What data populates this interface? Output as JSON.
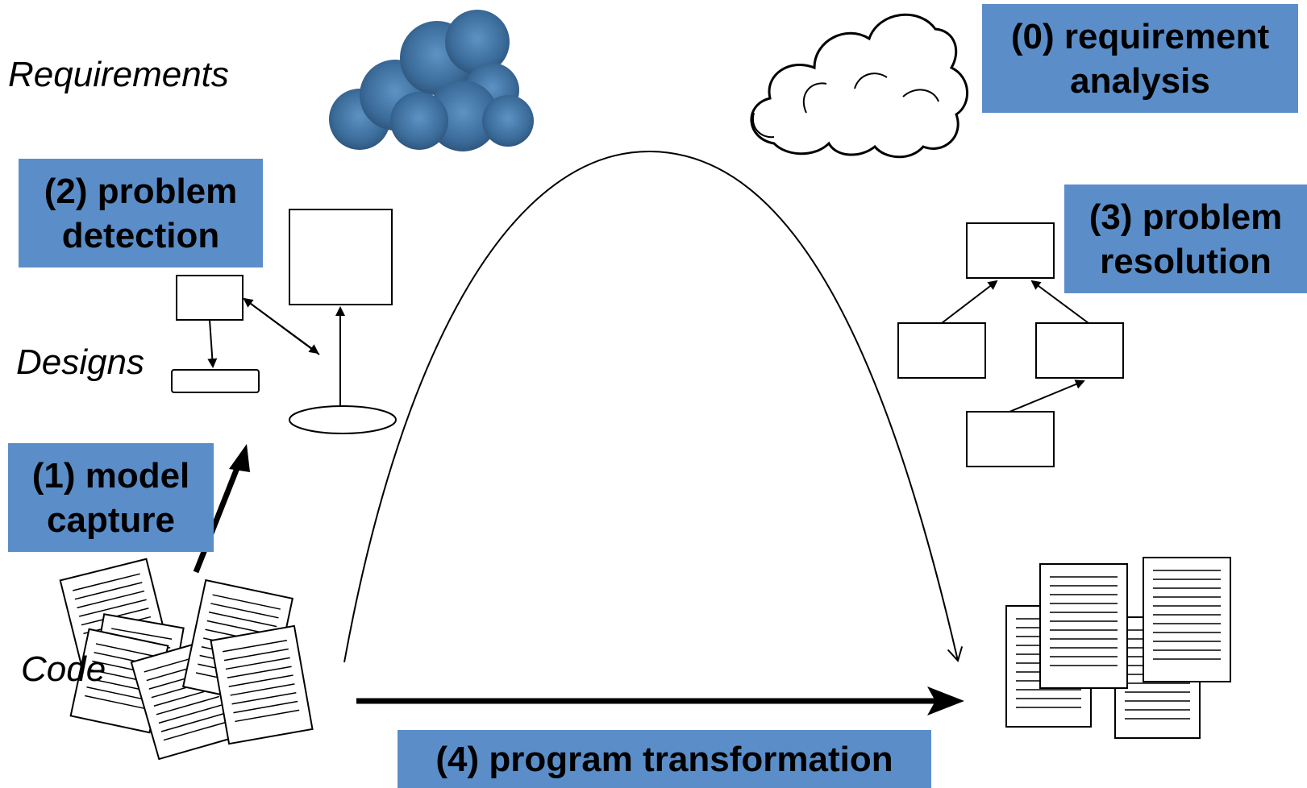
{
  "levels": {
    "requirements": "Requirements",
    "designs": "Designs",
    "code": "Code"
  },
  "steps": {
    "requirement_analysis": [
      "(0) requirement",
      "analysis"
    ],
    "model_capture": [
      "(1) model",
      "capture"
    ],
    "problem_detection": [
      "(2) problem",
      "detection"
    ],
    "problem_resolution": [
      "(3) problem",
      "resolution"
    ],
    "program_transformation": [
      "(4) program transformation"
    ]
  },
  "colors": {
    "step_box": "#5b8ec9",
    "cloud_fill": "#3f6f9e",
    "ink": "#000000"
  },
  "icons": [
    "dark-cloud-icon",
    "outline-cloud-icon",
    "scattered-documents-icon",
    "stacked-documents-icon"
  ]
}
